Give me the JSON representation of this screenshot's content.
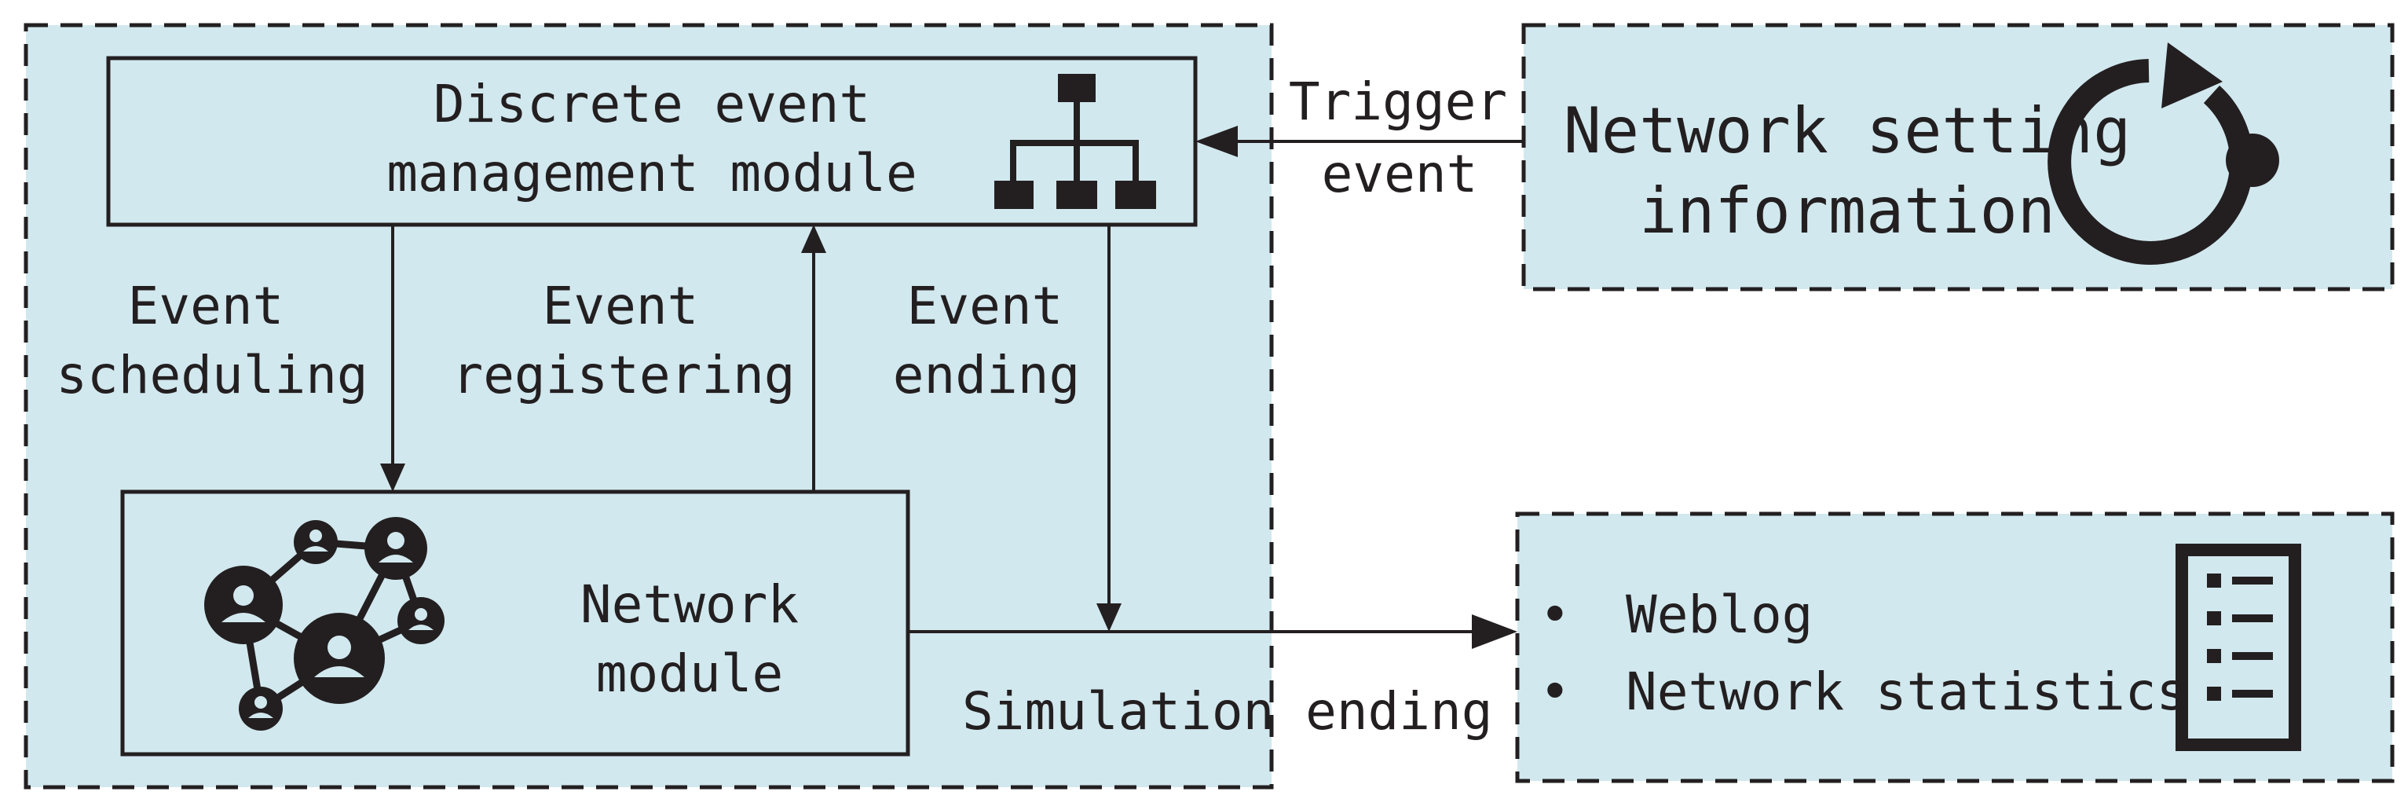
{
  "colors": {
    "panel_fill": "#d1e8ee",
    "stroke": "#231f20",
    "icon": "#231f20"
  },
  "main_panel": {
    "event_module": {
      "line1": "Discrete event",
      "line2": "management module",
      "icon": "hierarchy-icon"
    },
    "network_module": {
      "line1": "Network",
      "line2": "module",
      "icon": "social-network-icon"
    },
    "arrows": {
      "scheduling": {
        "line1": "Event",
        "line2": "scheduling"
      },
      "registering": {
        "line1": "Event",
        "line2": "registering"
      },
      "ending": {
        "line1": "Event",
        "line2": "ending"
      }
    },
    "simulation_ending": "Simulation ending"
  },
  "trigger": {
    "line1": "Trigger",
    "line2": "event"
  },
  "settings_panel": {
    "line1": "Network setting",
    "line2": "information",
    "icon": "refresh-cycle-icon"
  },
  "output_panel": {
    "items": [
      "Weblog",
      "Network statistics"
    ],
    "bullet": "•",
    "icon": "checklist-icon"
  }
}
